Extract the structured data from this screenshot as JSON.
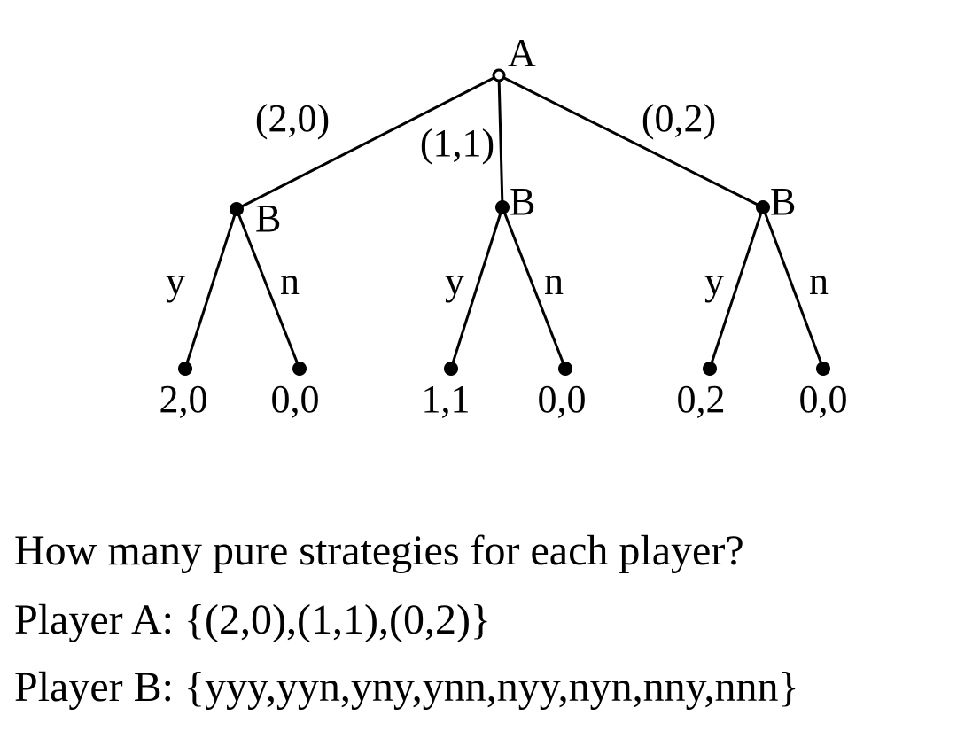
{
  "tree": {
    "root": {
      "label": "A"
    },
    "root_moves": [
      "(2,0)",
      "(1,1)",
      "(0,2)"
    ],
    "subgames": [
      {
        "player": "B",
        "actions": [
          "y",
          "n"
        ],
        "payoffs": [
          "2,0",
          "0,0"
        ]
      },
      {
        "player": "B",
        "actions": [
          "y",
          "n"
        ],
        "payoffs": [
          "1,1",
          "0,0"
        ]
      },
      {
        "player": "B",
        "actions": [
          "y",
          "n"
        ],
        "payoffs": [
          "0,2",
          "0,0"
        ]
      }
    ]
  },
  "text": {
    "question": "How many pure strategies for each player?",
    "player_a": "Player A: {(2,0),(1,1),(0,2)}",
    "player_b": "Player B: {yyy,yyn,yny,ynn,nyy,nyn,nny,nnn}"
  }
}
